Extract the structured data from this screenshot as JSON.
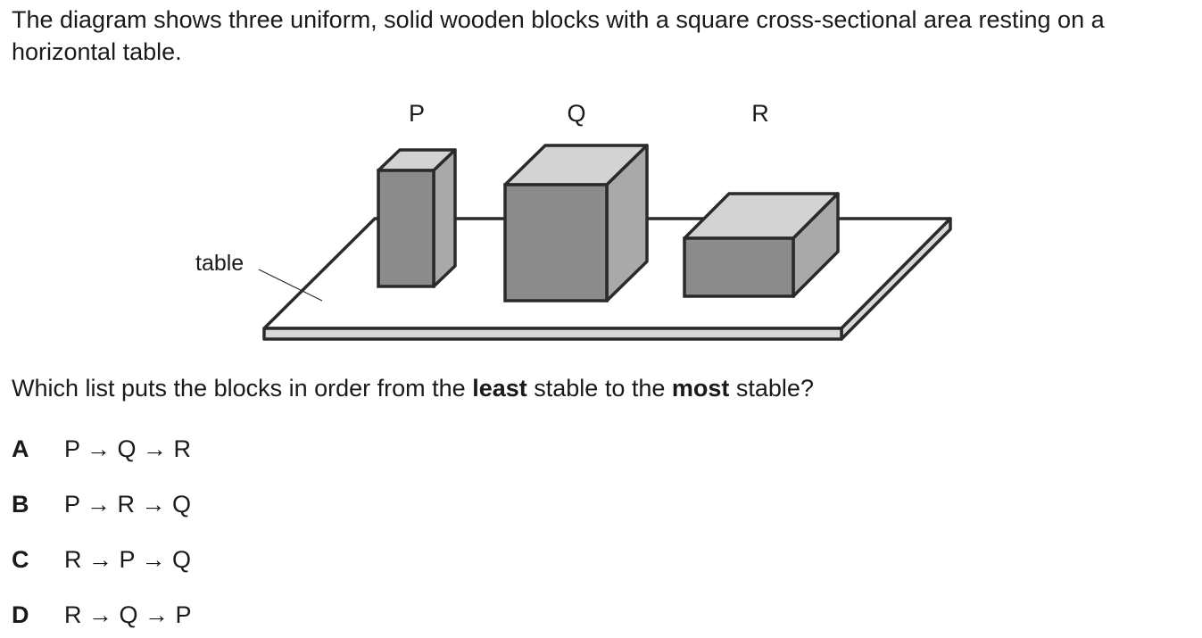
{
  "intro": "The diagram shows three uniform, solid wooden blocks with a square cross-sectional area resting on a horizontal table.",
  "diagram": {
    "block_labels": [
      "P",
      "Q",
      "R"
    ],
    "table_label": "table",
    "colors": {
      "front_face": "#8c8c8c",
      "top_face": "#d3d3d3",
      "side_face": "#a9a9a9",
      "table_edge": "#d9d9d9",
      "outline": "#2a2a2a"
    }
  },
  "question": {
    "before_least": "Which list puts the blocks in order from the ",
    "least": "least",
    "middle": " stable to the ",
    "most": "most",
    "after_most": " stable?"
  },
  "options": [
    {
      "letter": "A",
      "text": "P → Q → R"
    },
    {
      "letter": "B",
      "text": "P → R → Q"
    },
    {
      "letter": "C",
      "text": "R → P → Q"
    },
    {
      "letter": "D",
      "text": "R → Q → P"
    }
  ]
}
